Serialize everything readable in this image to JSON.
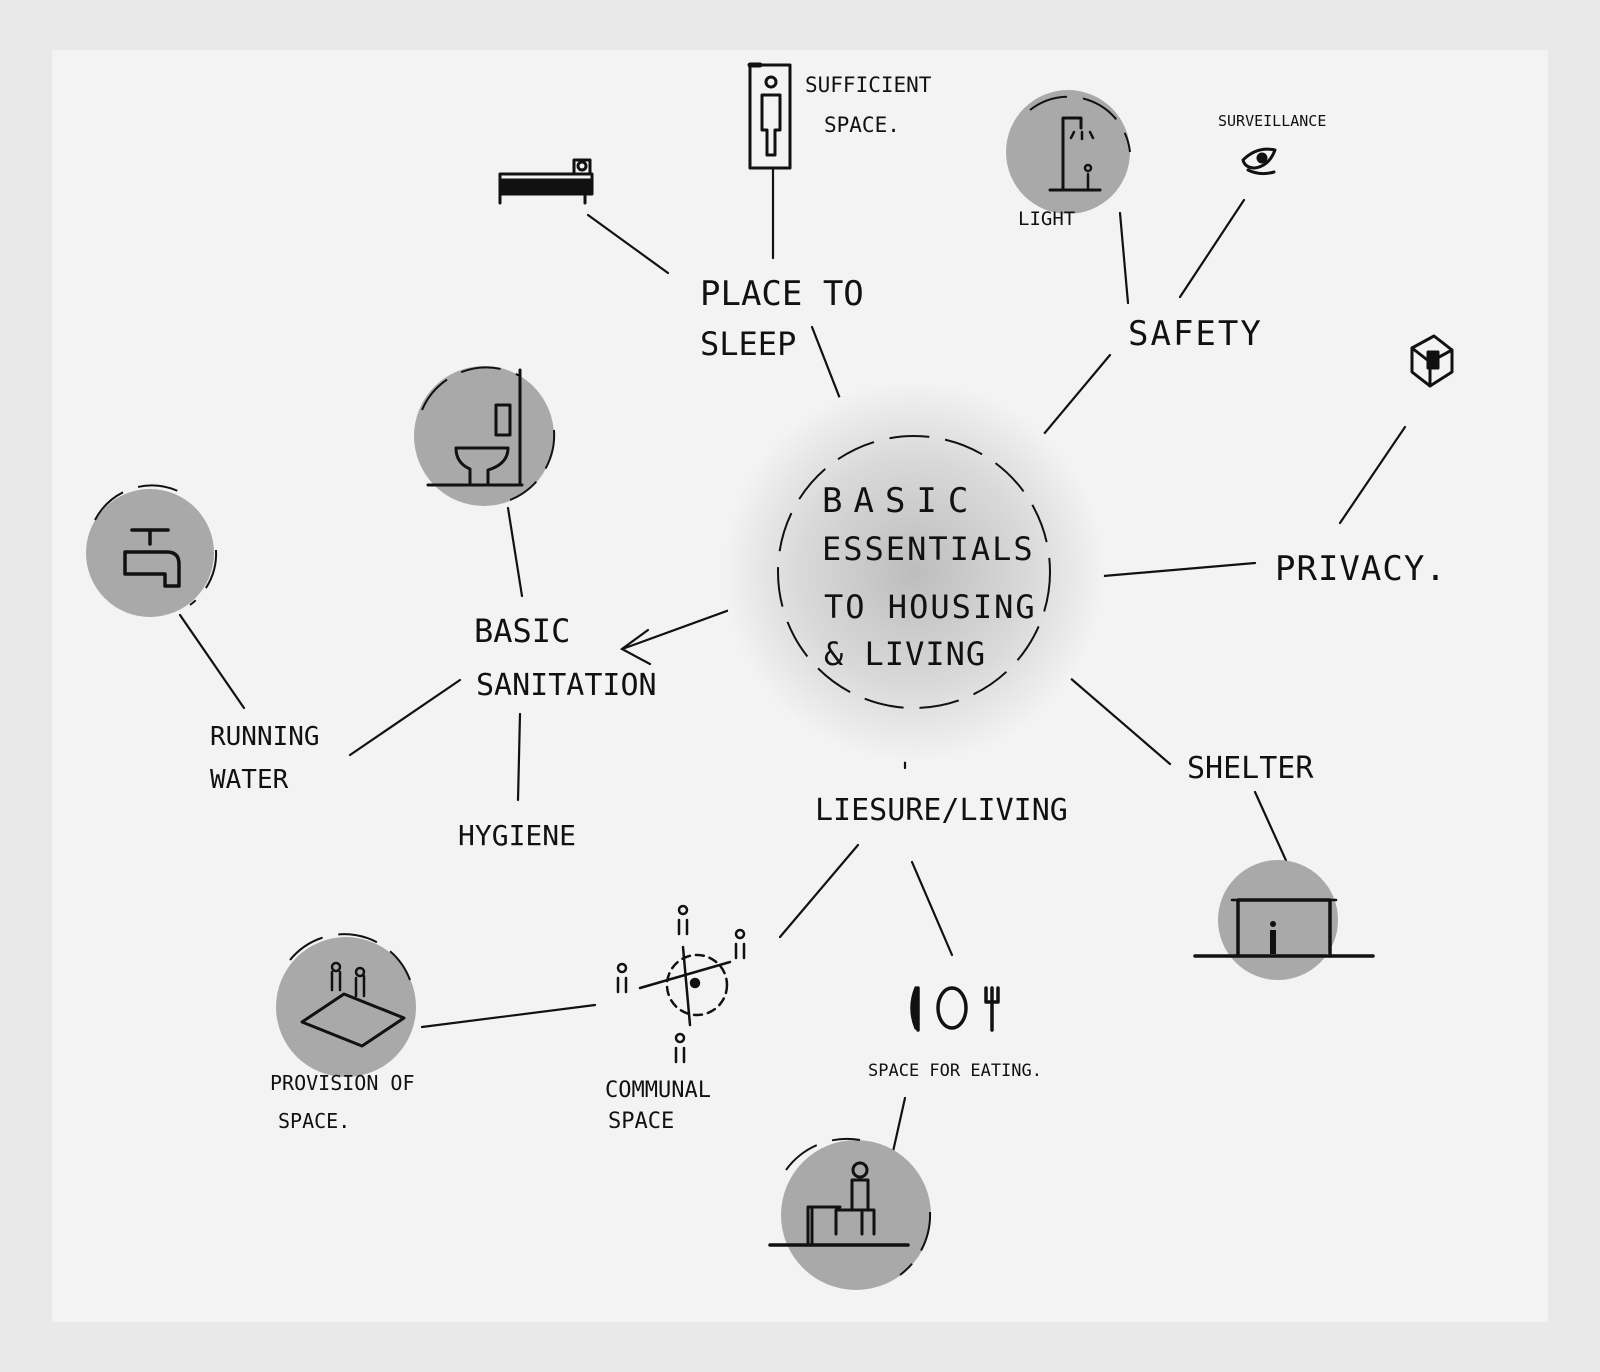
{
  "center": {
    "line1": "BASIC",
    "line2": "ESSENTIALS",
    "line3": "TO HOUSING",
    "line4": "& LIVING"
  },
  "nodes": {
    "place_to_sleep": {
      "line1": "PLACE TO",
      "line2": "SLEEP"
    },
    "sufficient_space": {
      "line1": "SUFFICIENT",
      "line2": "SPACE."
    },
    "safety": "SAFETY",
    "light": "LIGHT",
    "surveillance": "SURVEILLANCE",
    "privacy": "PRIVACY.",
    "basic_sanitation": {
      "line1": "BASIC",
      "line2": "SANITATION"
    },
    "running_water": {
      "line1": "RUNNING",
      "line2": "WATER"
    },
    "hygiene": "HYGIENE",
    "shelter": "SHELTER",
    "leisure_living": "LIESURE/LIVING",
    "communal_space": {
      "line1": "COMMUNAL",
      "line2": "SPACE"
    },
    "provision_of_space": {
      "line1": "PROVISION OF",
      "line2": "SPACE."
    },
    "space_for_eating": "SPACE FOR EATING."
  },
  "icons": [
    "bed-icon",
    "standing-figure-icon",
    "shower-light-icon",
    "eye-icon",
    "box-figure-icon",
    "toilet-icon",
    "tap-icon",
    "shelter-icon",
    "communal-figures-icon",
    "group-platform-icon",
    "cutlery-icon",
    "dining-figure-icon"
  ],
  "colors": {
    "paper": "#f3f3f3",
    "frame": "#e9e9e9",
    "ink": "#111111",
    "disc": "#a9a9a9",
    "center_glow": "#bdbdbd"
  }
}
